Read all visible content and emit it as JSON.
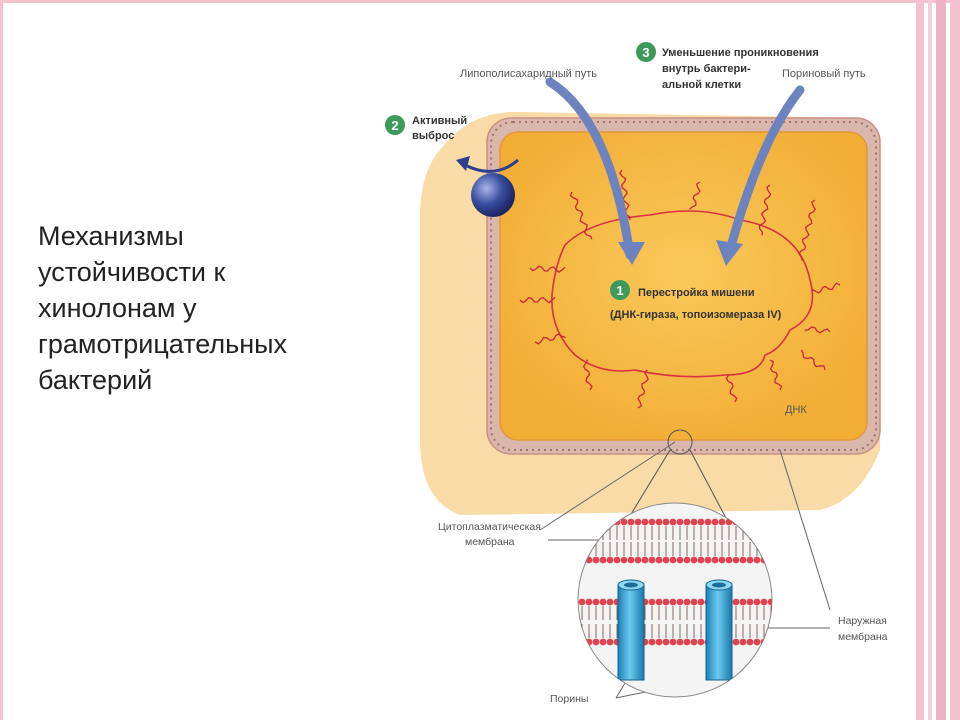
{
  "slide": {
    "title": "Механизмы устойчивости к хинолонам у грамотрицательных бактерий"
  },
  "diagram": {
    "label_lps_path": "Липополисахаридный путь",
    "label_porin_path": "Пориновый путь",
    "marker_1": "1",
    "marker_2": "2",
    "marker_3": "3",
    "label_efflux_line1": "Активный",
    "label_efflux_line2": "выброс",
    "label_reduced_line1": "Уменьшение проникновения",
    "label_reduced_line2": "внутрь бактери-",
    "label_reduced_line3": "альной клетки",
    "label_target_line1": "Перестройка мишени",
    "label_target_line2": "(ДНК-гираза, топоизомераза IV)",
    "label_dna": "ДНК",
    "label_cyto_line1": "Цитоплазматическая",
    "label_cyto_line2": "мембрана",
    "label_outer_line1": "Наружная",
    "label_outer_line2": "мембрана",
    "label_porins": "Порины"
  },
  "colors": {
    "cell_fill": "#f7b93c",
    "cell_border": "#e29a5c",
    "outer_halo": "#f5cf8a",
    "marker_green": "#3e9a5b",
    "arrow_blue": "#6d83bf",
    "efflux_sphere": "#2f3f8f",
    "porin_cyan": "#3aa8d8",
    "lipid_head": "#e0434f",
    "dna_red": "#d9313f",
    "accent_pink": "#f2c3cf"
  }
}
